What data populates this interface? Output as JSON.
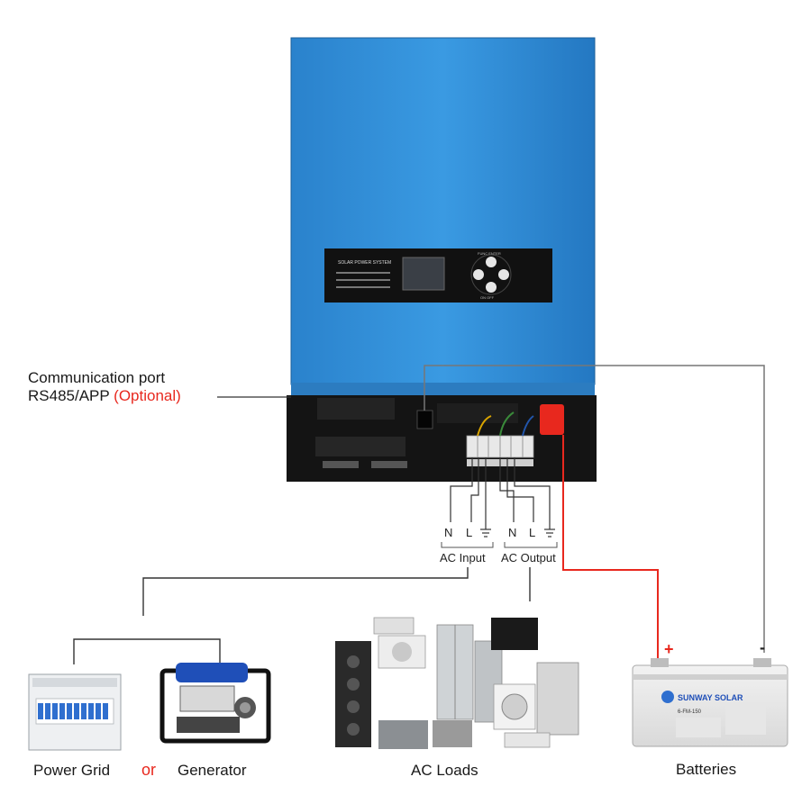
{
  "inverter": {
    "panel_title": "SOLAR POWER SYSTEM",
    "button_top": "FUNC ENTER",
    "button_bottom": "ON OFF"
  },
  "communication": {
    "line1": "Communication port",
    "line2_prefix": "RS485/APP",
    "optional": "(Optional)"
  },
  "terminals": {
    "input_labels": [
      "N",
      "L"
    ],
    "output_labels": [
      "N",
      "L"
    ],
    "ac_input": "AC Input",
    "ac_output": "AC Output"
  },
  "captions": {
    "power_grid": "Power Grid",
    "or": "or",
    "generator": "Generator",
    "ac_loads": "AC Loads",
    "batteries": "Batteries"
  },
  "battery": {
    "brand": "SUNWAY SOLAR",
    "model": "6-FM-150",
    "plus": "+",
    "minus": "-"
  },
  "colors": {
    "inverter_blue": "#2f8fd8",
    "wire_red": "#e8281e",
    "wire_gray": "#555555"
  }
}
